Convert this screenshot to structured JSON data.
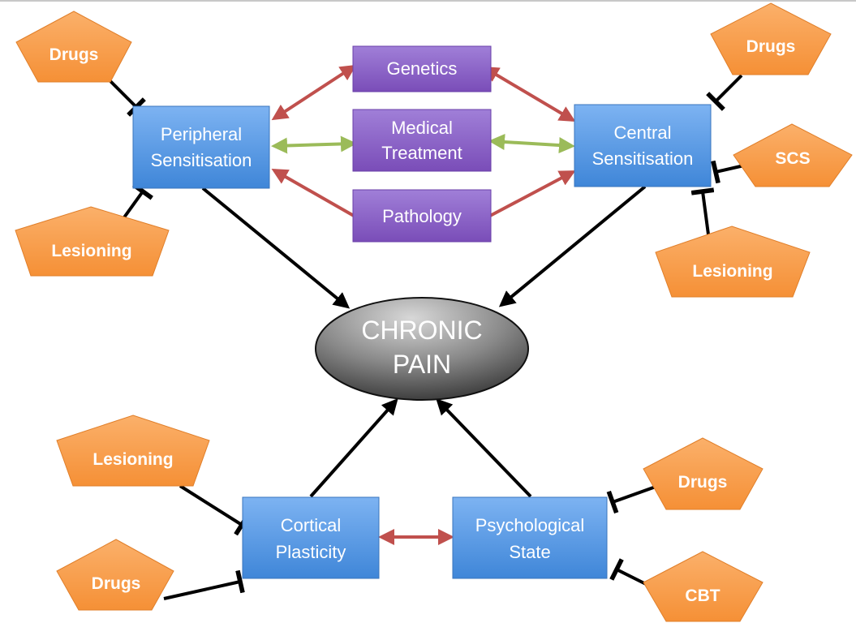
{
  "center": {
    "line1": "CHRONIC",
    "line2": "PAIN"
  },
  "nodes": {
    "peripheral": {
      "line1": "Peripheral",
      "line2": "Sensitisation"
    },
    "central": {
      "line1": "Central",
      "line2": "Sensitisation"
    },
    "cortical": {
      "line1": "Cortical",
      "line2": "Plasticity"
    },
    "psychological": {
      "line1": "Psychological",
      "line2": "State"
    }
  },
  "factors": {
    "genetics": "Genetics",
    "medical": {
      "line1": "Medical",
      "line2": "Treatment"
    },
    "pathology": "Pathology"
  },
  "interventions": {
    "peripheral_drugs": "Drugs",
    "peripheral_lesioning": "Lesioning",
    "central_drugs": "Drugs",
    "central_scs": "SCS",
    "central_lesioning": "Lesioning",
    "cortical_lesioning": "Lesioning",
    "cortical_drugs": "Drugs",
    "psych_drugs": "Drugs",
    "psych_cbt": "CBT"
  },
  "colors": {
    "blue_box": "#5a9ae6",
    "purple_box": "#8a5cc4",
    "orange": "#f79646",
    "red_arrow": "#c0504d",
    "green_arrow": "#9bbb59",
    "black_arrow": "#000000"
  }
}
